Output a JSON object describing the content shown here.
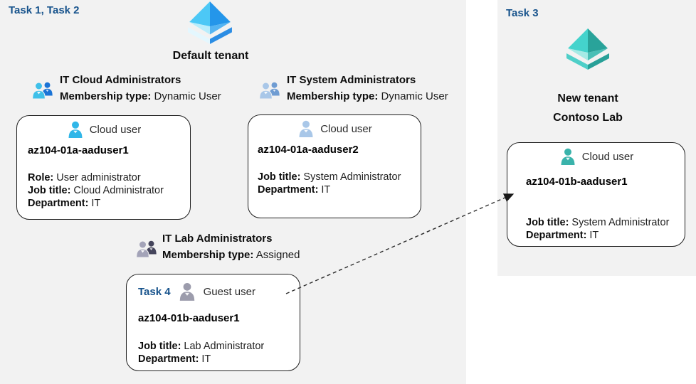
{
  "colors": {
    "task_label_blue": "#17538c",
    "panel_gray": "#f2f2f2",
    "azure_ad_blue_light": "#4cc8f6",
    "azure_ad_blue_dark": "#2496ea",
    "azure_ad_teal_light": "#44d3cc",
    "azure_ad_teal_dark": "#29a39a",
    "cloud_user_cyan": "#30b6e8",
    "cloud_user_steel": "#a9c7e8",
    "guest_user_gray": "#9c9cac",
    "cloud_user_teal": "#3ab3ab"
  },
  "left_panel": {
    "task_label": "Task 1, Task 2",
    "tenant": {
      "icon": "azure-ad-tenant-icon-blue",
      "name": "Default tenant"
    },
    "groups": [
      {
        "icon": "group-people-icon-blue",
        "name": "IT Cloud Administrators",
        "membership_label": "Membership type:",
        "membership_value": "Dynamic User"
      },
      {
        "icon": "group-people-icon-steel",
        "name": "IT System Administrators",
        "membership_label": "Membership type:",
        "membership_value": "Dynamic User"
      },
      {
        "icon": "group-people-icon-gray",
        "name": "IT Lab Administrators",
        "membership_label": "Membership type:",
        "membership_value": "Assigned"
      }
    ],
    "cards": [
      {
        "icon": "cloud-user-person-icon-cyan",
        "user_type": "Cloud user",
        "username": "az104-01a-aaduser1",
        "fields": [
          {
            "label": "Role:",
            "value": "User administrator"
          },
          {
            "label": "Job title:",
            "value": "Cloud Administrator"
          },
          {
            "label": "Department:",
            "value": "IT"
          }
        ]
      },
      {
        "icon": "cloud-user-person-icon-steel",
        "user_type": "Cloud user",
        "username": "az104-01a-aaduser2",
        "fields": [
          {
            "label": "Job title:",
            "value": "System Administrator"
          },
          {
            "label": "Department:",
            "value": "IT"
          }
        ]
      },
      {
        "task_label": "Task 4",
        "icon": "guest-user-person-icon-gray",
        "user_type": "Guest user",
        "username": "az104-01b-aaduser1",
        "fields": [
          {
            "label": "Job title:",
            "value": "Lab Administrator"
          },
          {
            "label": "Department:",
            "value": "IT"
          }
        ]
      }
    ]
  },
  "right_panel": {
    "task_label": "Task 3",
    "tenant": {
      "icon": "azure-ad-tenant-icon-teal",
      "name_line1": "New tenant",
      "name_line2": "Contoso Lab"
    },
    "card": {
      "icon": "cloud-user-person-icon-teal",
      "user_type": "Cloud user",
      "username": "az104-01b-aaduser1",
      "fields": [
        {
          "label": "Job title:",
          "value": "System Administrator"
        },
        {
          "label": "Department:",
          "value": "IT"
        }
      ]
    }
  },
  "connector": {
    "type": "dashed-arrow",
    "from": "guest-user-card",
    "to": "new-tenant-cloud-user-card"
  }
}
